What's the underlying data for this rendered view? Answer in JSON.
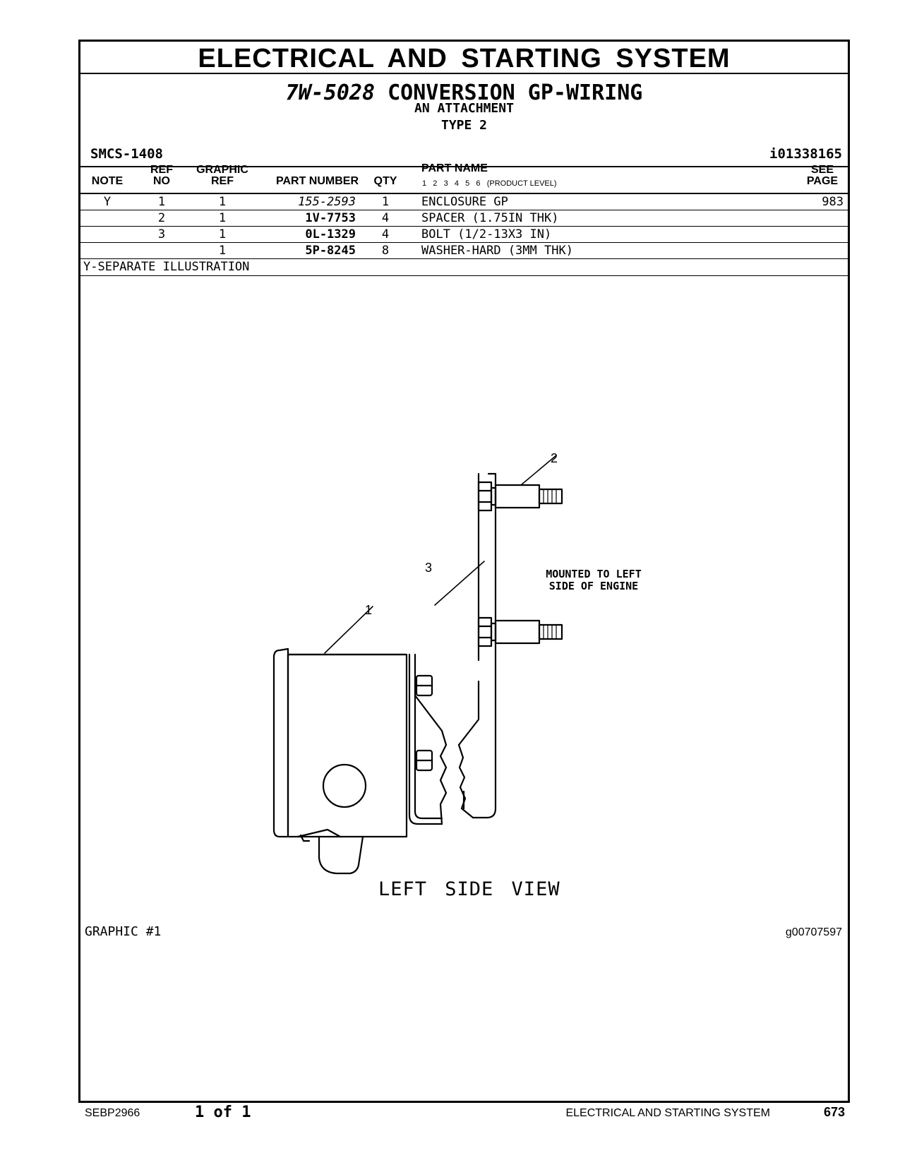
{
  "header": {
    "section_title": "ELECTRICAL AND STARTING SYSTEM",
    "group_part_number": "7W-5028",
    "group_name": "CONVERSION GP-WIRING",
    "subtitle_1": "AN ATTACHMENT",
    "subtitle_2": "TYPE 2",
    "smcs": "SMCS-1408",
    "identifier": "i01338165"
  },
  "table": {
    "columns": {
      "note": "NOTE",
      "ref_no_1": "REF",
      "ref_no_2": "NO",
      "graphic_ref_1": "GRAPHIC",
      "graphic_ref_2": "REF",
      "part_number": "PART NUMBER",
      "qty": "QTY",
      "part_name": "PART NAME",
      "product_levels": "1   2   3   4   5   6   (PRODUCT LEVEL)",
      "see_page_1": "SEE",
      "see_page_2": "PAGE"
    },
    "rows": [
      {
        "note": "Y",
        "ref_no": "1",
        "graphic_ref": "1",
        "part_number": "155-2593",
        "qty": "1",
        "part_name": "ENCLOSURE GP",
        "see_page": "983"
      },
      {
        "note": "",
        "ref_no": "2",
        "graphic_ref": "1",
        "part_number": "1V-7753",
        "qty": "4",
        "part_name": "SPACER (1.75IN THK)",
        "see_page": ""
      },
      {
        "note": "",
        "ref_no": "3",
        "graphic_ref": "1",
        "part_number": "0L-1329",
        "qty": "4",
        "part_name": "BOLT (1/2-13X3 IN)",
        "see_page": ""
      },
      {
        "note": "",
        "ref_no": "",
        "graphic_ref": "1",
        "part_number": "5P-8245",
        "qty": "8",
        "part_name": "WASHER-HARD (3MM THK)",
        "see_page": ""
      }
    ],
    "footnote": "Y-SEPARATE ILLUSTRATION"
  },
  "illustration": {
    "callouts": [
      "1",
      "2",
      "3"
    ],
    "note_line_1": "MOUNTED TO LEFT",
    "note_line_2": "SIDE OF ENGINE",
    "view_label": "LEFT SIDE VIEW",
    "graphic_label": "GRAPHIC #1",
    "graphic_id": "g00707597"
  },
  "footer": {
    "doc_number": "SEBP2966",
    "page_count": "1 of 1",
    "section": "ELECTRICAL AND STARTING SYSTEM",
    "page_number": "673"
  }
}
